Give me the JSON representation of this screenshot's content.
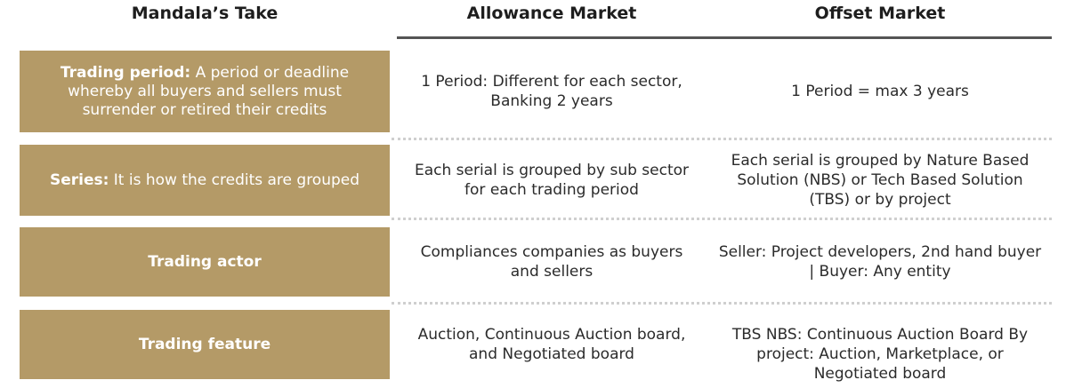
{
  "headers": {
    "col0": "Mandala’s Take",
    "col1": "Allowance Market",
    "col2": "Offset Market"
  },
  "rows": [
    {
      "label_bold": "Trading period:",
      "label_rest": " A period or deadline whereby all buyers and sellers must surrender or retired their credits",
      "allowance": "1 Period: Different for each sector, Banking 2 years",
      "offset": "1 Period = max 3 years"
    },
    {
      "label_bold": "Series:",
      "label_rest": " It is how the credits are grouped",
      "allowance": "Each serial is grouped by sub sector for each trading period",
      "offset": "Each serial is grouped by Nature Based Solution (NBS) or Tech Based Solution (TBS) or by project"
    },
    {
      "label_bold": "Trading actor",
      "label_rest": "",
      "allowance": "Compliances companies as buyers and sellers",
      "offset": "Seller: Project developers, 2nd hand buyer | Buyer: Any entity"
    },
    {
      "label_bold": "Trading feature",
      "label_rest": "",
      "allowance": "Auction, Continuous Auction board, and Negotiated board",
      "offset": "TBS NBS: Continuous Auction Board By project: Auction, Marketplace, or Negotiated board"
    }
  ],
  "colors": {
    "accent_box": "#b49a67",
    "header_rule": "#555555",
    "dotted_separator": "#cfcfcf"
  }
}
